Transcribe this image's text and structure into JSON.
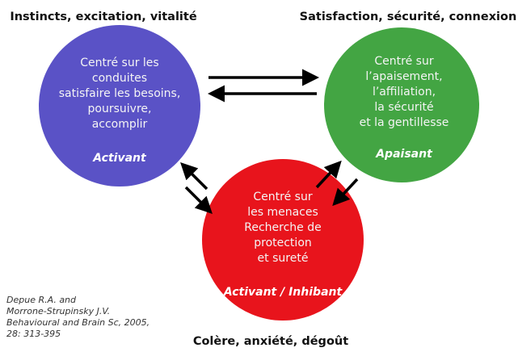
{
  "headers": {
    "left": "Instincts, excitation, vitalité",
    "right": "Satisfaction, sécurité, connexion",
    "bottom": "Colère, anxiété, dégoût"
  },
  "circles": {
    "drive": {
      "lines": [
        "Centré sur  les",
        "conduites",
        "satisfaire les besoins,",
        "poursuivre,",
        "accomplir"
      ],
      "label": "Activant",
      "color": "#5a52c6"
    },
    "soothing": {
      "lines": [
        "Centré sur",
        "l’apaisement,",
        "l’affiliation,",
        "la sécurité",
        "et la gentillesse"
      ],
      "label": "Apaisant",
      "color": "#43a543"
    },
    "threat": {
      "lines": [
        "Centré sur",
        "les menaces",
        "Recherche de",
        "protection",
        "et sureté"
      ],
      "label": "Activant / Inhibant",
      "color": "#e8141c"
    }
  },
  "reference": [
    "Depue R.A. and",
    "Morrone-Strupinsky J.V.",
    "Behavioural and Brain Sc, 2005,",
    "28: 313-395"
  ]
}
